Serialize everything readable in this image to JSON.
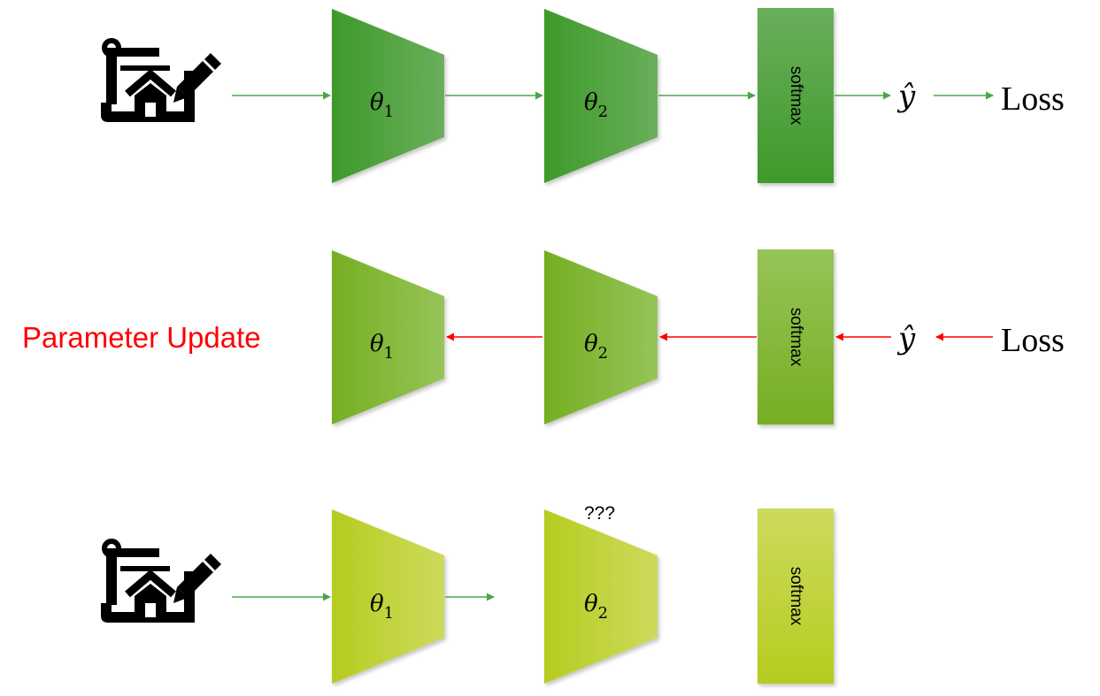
{
  "colors": {
    "row1_dark": "#3e9a2a",
    "row1_light": "#6aae5c",
    "row2_dark": "#76ae22",
    "row2_light": "#97c458",
    "row3_dark": "#b6cc20",
    "row3_light": "#cdda5c",
    "forward_arrow": "#4aa64a",
    "backward_arrow": "#ff0000",
    "update_text": "#ff0000"
  },
  "icons": {
    "input": "blueprint-house-pencil-icon"
  },
  "rows": [
    {
      "direction": "forward",
      "layer1": {
        "symbol": "θ",
        "subscript": "1"
      },
      "layer2": {
        "symbol": "θ",
        "subscript": "2"
      },
      "softmax_label": "softmax",
      "output_label": "ŷ",
      "loss_label": "Loss"
    },
    {
      "direction": "backward",
      "side_label": "Parameter Update",
      "layer1": {
        "symbol": "θ",
        "subscript": "1"
      },
      "layer2": {
        "symbol": "θ",
        "subscript": "2"
      },
      "softmax_label": "softmax",
      "output_label": "ŷ",
      "loss_label": "Loss"
    },
    {
      "direction": "forward",
      "layer1": {
        "symbol": "θ",
        "subscript": "1"
      },
      "layer2": {
        "symbol": "θ",
        "subscript": "2"
      },
      "layer2_annotation": "???",
      "softmax_label": "softmax"
    }
  ]
}
